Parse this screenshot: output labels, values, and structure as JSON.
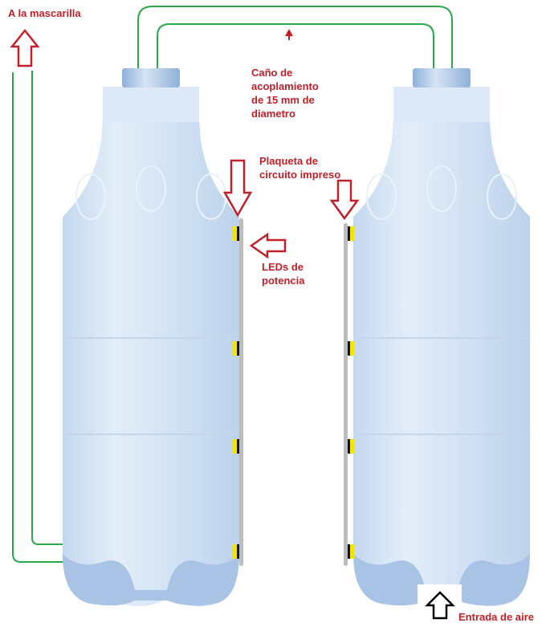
{
  "labels": {
    "mask": "A la mascarilla",
    "pipe": [
      "Caño de",
      "acoplamiento",
      "de 15 mm de",
      "diametro"
    ],
    "pcb": [
      "Plaqueta de",
      "circuito impreso"
    ],
    "leds": [
      "LEDs de",
      "potencia"
    ],
    "air_in": "Entrada de aire"
  },
  "colors": {
    "label": "#c0202a",
    "tube": "#2aa84a",
    "bottle": "#cfe0f2",
    "bottle_base": "#a9c3e4",
    "cap": "#a8c4e4",
    "pcb": "#bdbdbd",
    "led": "#f2e600"
  }
}
